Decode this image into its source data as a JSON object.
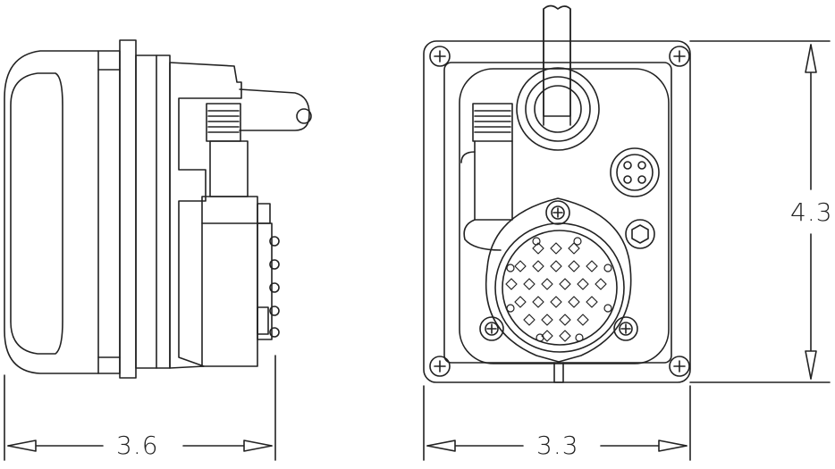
{
  "diagram": {
    "colors": {
      "line": "#222222",
      "background": "#ffffff"
    },
    "views": {
      "side": {
        "name": "side-view",
        "width_label": "3.6"
      },
      "front": {
        "name": "front-view",
        "width_label": "3.3",
        "height_label": "4.3"
      }
    }
  }
}
